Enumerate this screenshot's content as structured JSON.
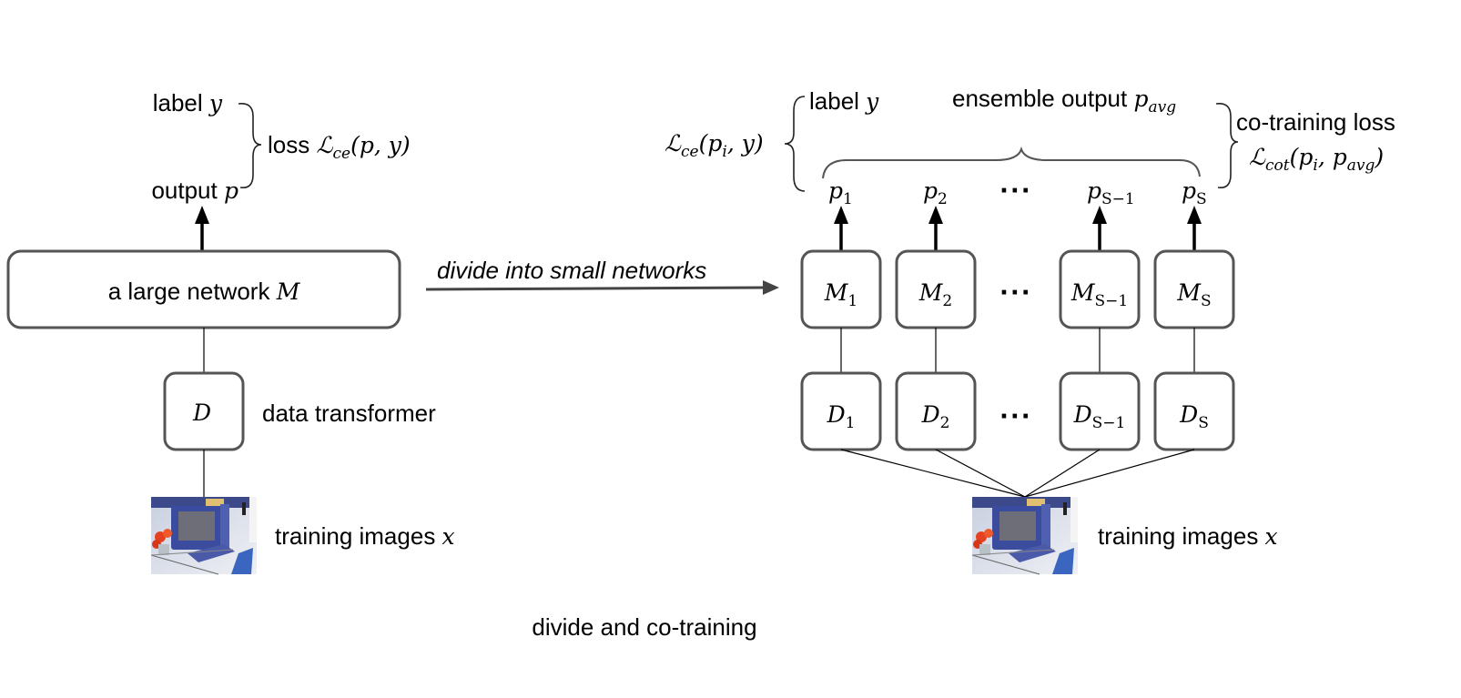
{
  "title": "divide and co-training",
  "left": {
    "label_text": "label",
    "label_var": "y",
    "output_text": "output",
    "output_var": "p",
    "loss_text": "loss",
    "loss_formula": {
      "symbol": "ℒ",
      "sub": "ce",
      "args": "(p, y)"
    },
    "network_text": "a large network",
    "network_var": "M",
    "transformer_var": "D",
    "transformer_text": "data transformer",
    "images_text": "training images",
    "images_var": "x"
  },
  "arrow_label": "divide into small networks",
  "right": {
    "ce_formula": {
      "symbol": "ℒ",
      "sub": "ce",
      "args_pre": "(p",
      "args_sub": "i",
      "args_post": ", y)"
    },
    "label_text": "label",
    "label_var": "y",
    "ensemble_text": "ensemble output",
    "ensemble_var": "p",
    "ensemble_sub": "avg",
    "cot_text": "co-training loss",
    "cot_formula": {
      "symbol": "ℒ",
      "sub": "cot",
      "args_pre": "(p",
      "args_sub1": "i",
      "args_mid": ", p",
      "args_sub2": "avg",
      "args_post": ")"
    },
    "ellipsis": "···",
    "outputs": [
      {
        "var": "p",
        "sub": "1"
      },
      {
        "var": "p",
        "sub": "2"
      },
      {
        "var": "p",
        "sub": "S−1"
      },
      {
        "var": "p",
        "sub": "S"
      }
    ],
    "networks": [
      {
        "var": "M",
        "sub": "1"
      },
      {
        "var": "M",
        "sub": "2"
      },
      {
        "var": "M",
        "sub": "S−1"
      },
      {
        "var": "M",
        "sub": "S"
      }
    ],
    "transformers": [
      {
        "var": "D",
        "sub": "1"
      },
      {
        "var": "D",
        "sub": "2"
      },
      {
        "var": "D",
        "sub": "S−1"
      },
      {
        "var": "D",
        "sub": "S"
      }
    ],
    "images_text": "training images",
    "images_var": "x"
  }
}
